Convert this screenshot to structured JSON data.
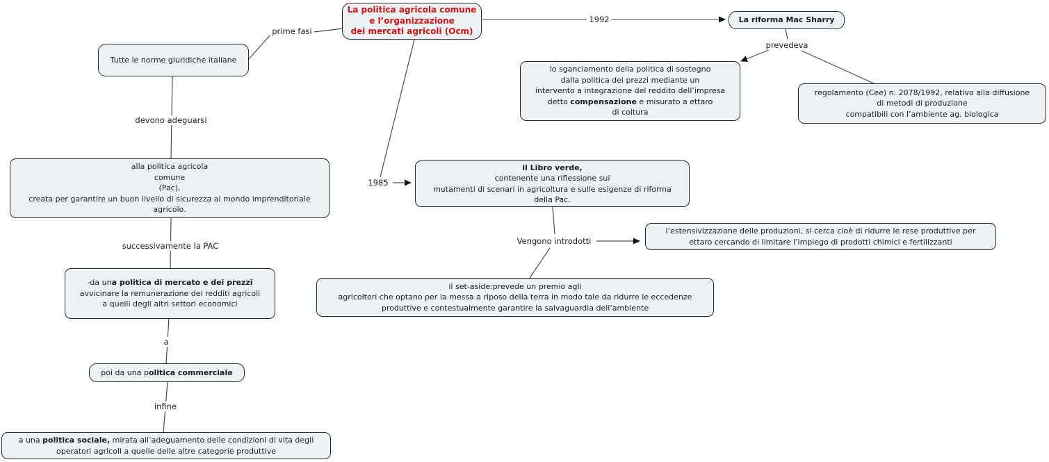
{
  "diagram": {
    "title": "La politica agricola comune e l’organizzazione dei mercati agricoli (Ocm)",
    "node_fill": "#edf3f5",
    "node_border": "#2b2b2b",
    "accent_red": "#dd1111",
    "line_color": "#4a4a4a"
  },
  "nodes": {
    "title": {
      "line1": "La politica agricola comune",
      "line2": "e l’organizzazione",
      "line3": "dei mercati agricoli (Ocm)"
    },
    "macsharry": {
      "line1": "La riforma Mac Sharry"
    },
    "sganciamento": {
      "line1": "lo sganciamento della politica di sostegno",
      "line2": "dalla politica dei prezzi mediante un",
      "line3": "intervento a integrazione del reddito dell’impresa",
      "line4_pre": "detto ",
      "line4_bold": "compensazione",
      "line4_post": " e misurato a ettaro",
      "line5": "di coltura"
    },
    "regolamento": {
      "line1": "regolamento (Cee) n. 2078/1992, relativo alla diffusione",
      "line2": "di metodi di produzione",
      "line3": "compatibili con l’ambiente ag. biologica"
    },
    "norme": {
      "line1": "Tutte le norme giuridiche italiane"
    },
    "pac": {
      "line1": "alla politica agricola",
      "line2": "comune",
      "line3": "(Pac),",
      "line4": "creata per garantire un buon livello di sicurezza al mondo imprenditoriale",
      "line5": "agricolo."
    },
    "mercato": {
      "line1_pre": "-da un",
      "line1_bold": "a politica di mercato e dei prezzi",
      "line2": "avvicinare la remunerazione dei redditi agricoli",
      "line3": "a quelli degli altri settori economici"
    },
    "commerciale": {
      "line1_pre": "poi da una p",
      "line1_bold": "olitica commerciale"
    },
    "sociale": {
      "line1_pre": "a una ",
      "line1_bold": "politica sociale,",
      "line1_post": " mirata all’adeguamento delle condizioni di vita degli",
      "line2": "operatori agricoli a quelle delle altre categorie produttive"
    },
    "libroverde": {
      "line1_bold": "il Libro verde,",
      "line2": "contenente una riflessione sui",
      "line3": "mutamenti di scenari in agricoltura e sulle esigenze di riforma",
      "line4": "della Pac."
    },
    "estensivizzazione": {
      "line1": "l’estensivizzazione delle produzioni, si cerca cioè di ridurre le rese produttive per",
      "line2": "ettaro cercando di limitare l’impiego di prodotti chimici e fertilizzanti"
    },
    "setaside": {
      "line1": "il set-aside:prevede un premio agli",
      "line2": "agricoltori che optano per la messa a riposo della terra in modo tale da ridurre le eccedenze",
      "line3": "produttive e contestualmente garantire la salvaguardia dell’ambiente"
    }
  },
  "labels": {
    "prime_fasi": "prime fasi",
    "year_1992": "1992",
    "prevedeva": "prevedeva",
    "devono_adeguarsi": "devono adeguarsi",
    "successivamente": "successivamente la PAC",
    "a": "a",
    "infine": "infine",
    "year_1985": "1985",
    "vengono_introdotti": "Vengono introdotti"
  }
}
